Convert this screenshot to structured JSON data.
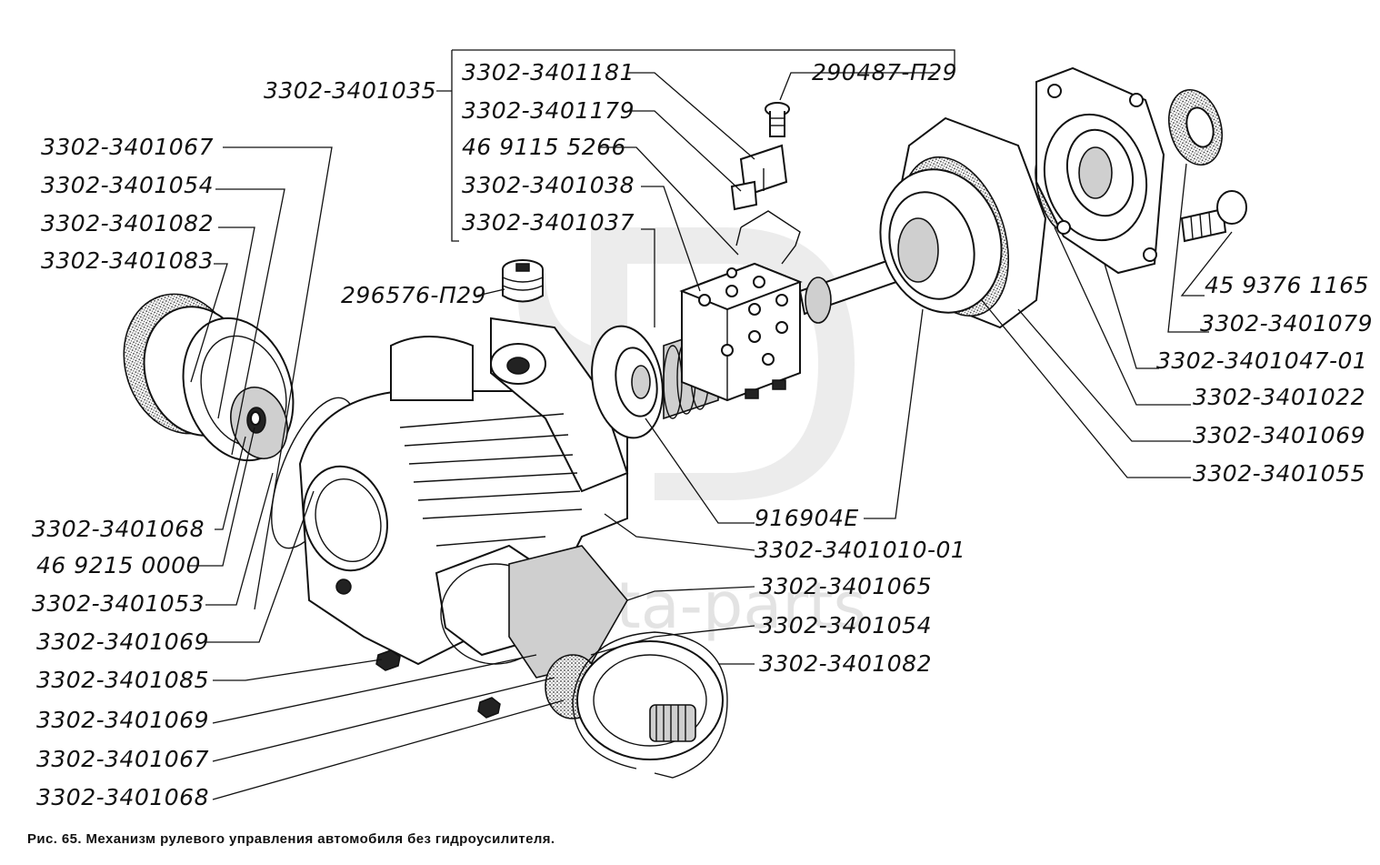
{
  "figure": {
    "caption": "Рис. 65. Механизм рулевого управления автомобиля без гидроусилителя.",
    "watermark": "data-parts"
  },
  "labels": [
    {
      "id": "l01",
      "text": "3302-3401035"
    },
    {
      "id": "l02",
      "text": "3302-3401181"
    },
    {
      "id": "l03",
      "text": "3302-3401179"
    },
    {
      "id": "l04",
      "text": "46 9115 5266"
    },
    {
      "id": "l05",
      "text": "3302-3401038"
    },
    {
      "id": "l06",
      "text": "3302-3401037"
    },
    {
      "id": "l07",
      "text": "290487-П29"
    },
    {
      "id": "l08",
      "text": "296576-П29"
    },
    {
      "id": "l09",
      "text": "3302-3401067"
    },
    {
      "id": "l10",
      "text": "3302-3401054"
    },
    {
      "id": "l11",
      "text": "3302-3401082"
    },
    {
      "id": "l12",
      "text": "3302-3401083"
    },
    {
      "id": "l13",
      "text": "3302-3401068"
    },
    {
      "id": "l14",
      "text": "46 9215 0000"
    },
    {
      "id": "l15",
      "text": "3302-3401053"
    },
    {
      "id": "l16",
      "text": "3302-3401069"
    },
    {
      "id": "l17",
      "text": "3302-3401085"
    },
    {
      "id": "l18",
      "text": "3302-3401069"
    },
    {
      "id": "l19",
      "text": "3302-3401067"
    },
    {
      "id": "l20",
      "text": "3302-3401068"
    },
    {
      "id": "l21",
      "text": "916904Е"
    },
    {
      "id": "l22",
      "text": "3302-3401010-01"
    },
    {
      "id": "l23",
      "text": "3302-3401065"
    },
    {
      "id": "l24",
      "text": "3302-3401054"
    },
    {
      "id": "l25",
      "text": "3302-3401082"
    },
    {
      "id": "l26",
      "text": "45 9376 1165"
    },
    {
      "id": "l27",
      "text": "3302-3401079"
    },
    {
      "id": "l28",
      "text": "3302-3401047-01"
    },
    {
      "id": "l29",
      "text": "3302-3401022"
    },
    {
      "id": "l30",
      "text": "3302-3401069"
    },
    {
      "id": "l31",
      "text": "3302-3401055"
    }
  ]
}
